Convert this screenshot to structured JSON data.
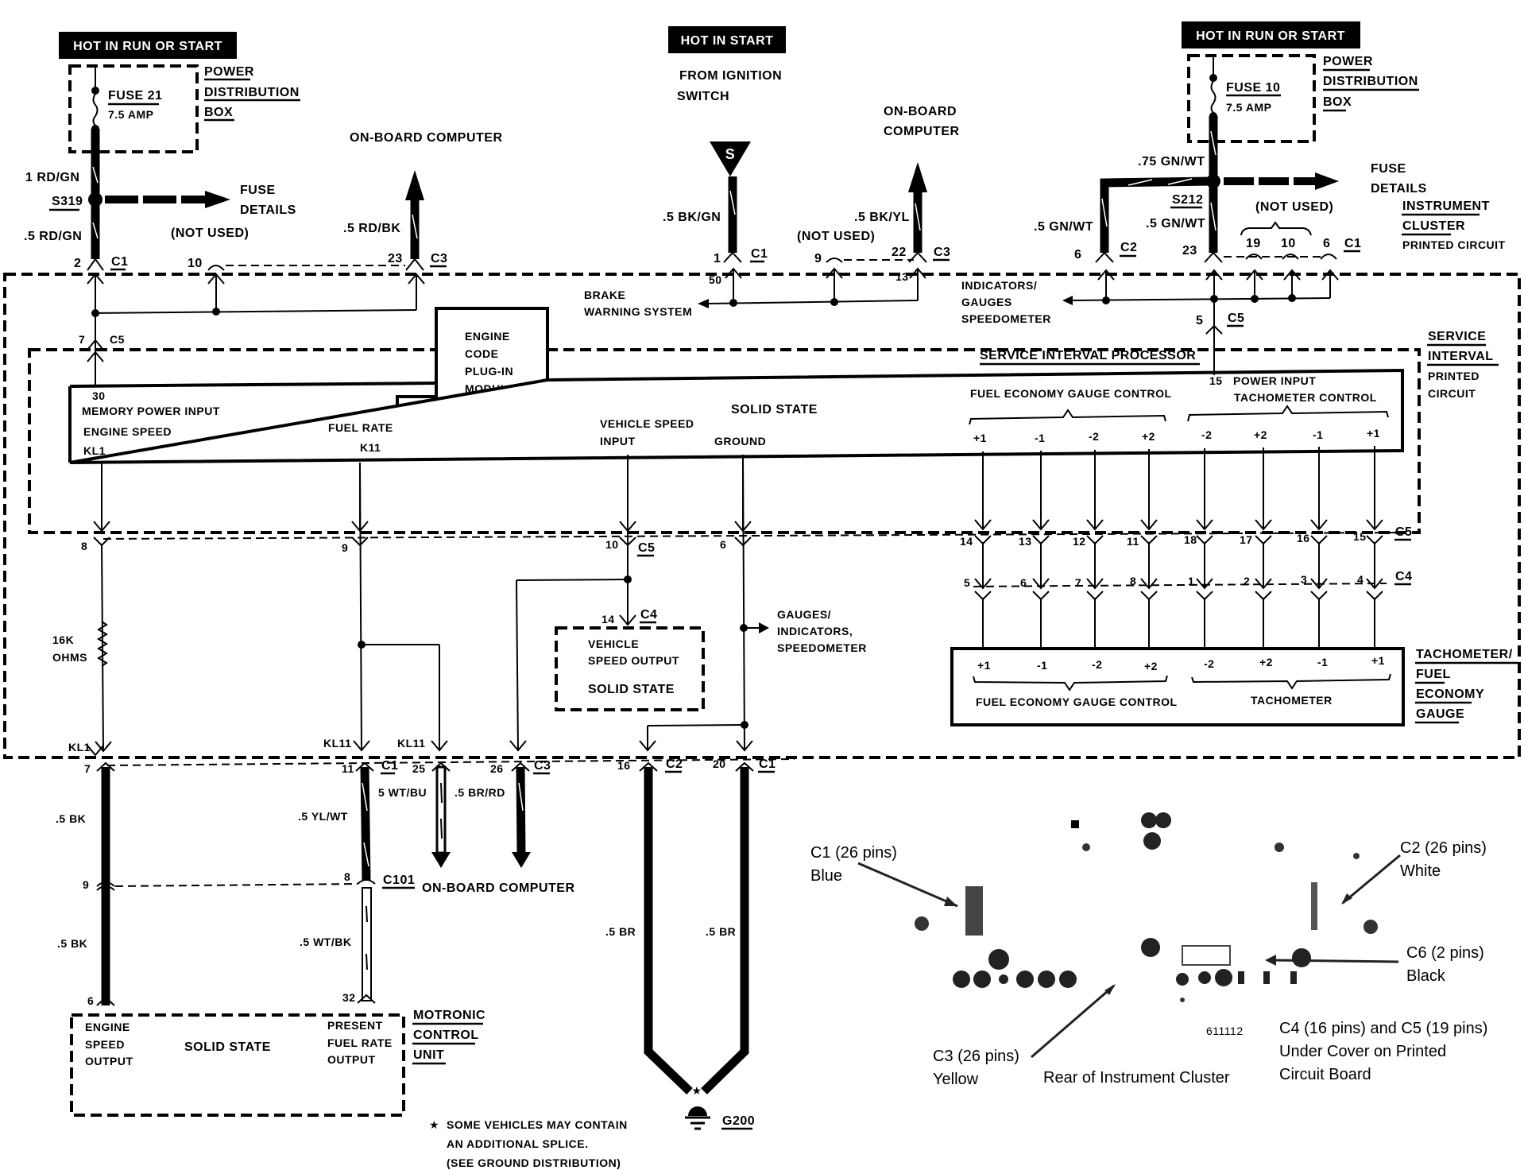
{
  "title_blocks": {
    "left_hot": "HOT IN RUN OR START",
    "center_hot": "HOT IN START",
    "right_hot": "HOT IN RUN OR START"
  },
  "left_supply": {
    "fuse_name": "FUSE 21",
    "fuse_rating": "7.5 AMP",
    "box_label": [
      "POWER",
      "DISTRIBUTION",
      "BOX"
    ],
    "wire_upper": "1 RD/GN",
    "splice": "S319",
    "wire_lower": ".5 RD/GN",
    "fuse_details": [
      "FUSE",
      "DETAILS"
    ],
    "pin_c1": "2",
    "conn_c1": "C1",
    "not_used": "(NOT USED)",
    "pin_not_used": "10",
    "obc_label": "ON-BOARD COMPUTER",
    "obc_wire": ".5 RD/BK",
    "pin_c3": "23",
    "conn_c3": "C3"
  },
  "center_supply": {
    "from": [
      "FROM IGNITION",
      "SWITCH"
    ],
    "switch_symbol": "S",
    "wire": ".5 BK/GN",
    "pin_c1": "1",
    "conn_c1": "C1",
    "not_used": "(NOT USED)",
    "pin_not_used": "9",
    "obc_label": [
      "ON-BOARD",
      "COMPUTER"
    ],
    "obc_wire": ".5 BK/YL",
    "pin_c3": "22",
    "conn_c3": "C3",
    "pin_50": "50",
    "pin_13": "13",
    "brake_label": [
      "BRAKE",
      "WARNING SYSTEM"
    ]
  },
  "right_supply": {
    "fuse_name": "FUSE 10",
    "fuse_rating": "7.5 AMP",
    "box_label": [
      "POWER",
      "DISTRIBUTION",
      "BOX"
    ],
    "wire_upper": ".75 GN/WT",
    "splice": "S212",
    "fuse_details": [
      "FUSE",
      "DETAILS"
    ],
    "wire_c2": ".5 GN/WT",
    "wire_c1": ".5 GN/WT",
    "pin_c2": "6",
    "conn_c2": "C2",
    "pin_c1": "23",
    "not_used": "(NOT USED)",
    "not_used_pins": [
      "19",
      "10",
      "6"
    ],
    "conn_c1": "C1",
    "cluster_label": [
      "INSTRUMENT",
      "CLUSTER",
      "PRINTED CIRCUIT"
    ],
    "indicators_label": [
      "INDICATORS/",
      "GAUGES",
      "SPEEDOMETER"
    ],
    "pin_c5": "5",
    "conn_c5": "C5"
  },
  "memory": {
    "pin_c5": "7",
    "conn_c5": "C5"
  },
  "engine_code_module": [
    "ENGINE",
    "CODE",
    "PLUG-IN",
    "MODULE"
  ],
  "service_interval": {
    "title": "SERVICE INTERVAL PROCESSOR",
    "side_label": [
      "SERVICE",
      "INTERVAL",
      "PRINTED",
      "CIRCUIT"
    ],
    "solid_state": "SOLID STATE",
    "pin_30": "30",
    "memory_power": "MEMORY POWER INPUT",
    "engine_speed": "ENGINE SPEED",
    "kl1": "KL1",
    "fuel_rate": "FUEL RATE",
    "k11": "K11",
    "vehicle_speed": [
      "VEHICLE SPEED",
      "INPUT"
    ],
    "ground": "GROUND",
    "fuel_economy_control": "FUEL ECONOMY GAUGE CONTROL",
    "pin_15": "15",
    "power_input": "POWER INPUT",
    "tach_control": "TACHOMETER CONTROL",
    "fe_terms": [
      "+1",
      "-1",
      "-2",
      "+2"
    ],
    "tach_terms": [
      "-2",
      "+2",
      "-1",
      "+1"
    ]
  },
  "c5_pins": {
    "left": [
      "8",
      "9",
      "10",
      "6"
    ],
    "conn": "C5",
    "gauge": [
      "14",
      "13",
      "12",
      "11",
      "18",
      "17",
      "16",
      "15"
    ]
  },
  "c4_pins": {
    "conn": "C4",
    "gauge": [
      "5",
      "6",
      "7",
      "8",
      "1",
      "2",
      "3",
      "4"
    ],
    "vso_pin": "14"
  },
  "resistor": [
    "16K",
    "OHMS"
  ],
  "vso_box": [
    "VEHICLE",
    "SPEED OUTPUT",
    "SOLID STATE"
  ],
  "gauges_label": [
    "GAUGES/",
    "INDICATORS,",
    "SPEEDOMETER"
  ],
  "tach_gauge": {
    "fe_terms": [
      "+1",
      "-1",
      "-2",
      "+2"
    ],
    "tach_terms": [
      "-2",
      "+2",
      "-1",
      "+1"
    ],
    "fe_label": "FUEL ECONOMY GAUGE CONTROL",
    "tach_label": "TACHOMETER",
    "side_label": [
      "TACHOMETER/",
      "FUEL",
      "ECONOMY",
      "GAUGE"
    ]
  },
  "bottom": {
    "kl1": "KL1",
    "kl11_a": "KL11",
    "kl11_b": "KL11",
    "pin7": "7",
    "pin11": "11",
    "conn_c1": "C1",
    "pin25": "25",
    "pin26": "26",
    "conn_c3": "C3",
    "pin16": "16",
    "conn_c2": "C2",
    "pin20": "20",
    "conn_c1b": "C1",
    "wire_bk_1": ".5 BK",
    "wire_bk_2": ".5 BK",
    "wire_ylwt": ".5 YL/WT",
    "wire_wtbu": "5 WT/BU",
    "wire_brrd": ".5 BR/RD",
    "wire_wtbk": ".5 WT/BK",
    "wire_br_1": ".5 BR",
    "wire_br_2": ".5 BR",
    "pin9": "9",
    "pin8": "8",
    "conn_c101": "C101",
    "obc_label": "ON-BOARD COMPUTER",
    "pin6": "6",
    "pin32": "32",
    "ground": "G200"
  },
  "motronic": {
    "engine_speed_output": [
      "ENGINE",
      "SPEED",
      "OUTPUT"
    ],
    "solid_state": "SOLID STATE",
    "fuel_rate_output": [
      "PRESENT",
      "FUEL RATE",
      "OUTPUT"
    ],
    "label": [
      "MOTRONIC",
      "CONTROL",
      "UNIT"
    ]
  },
  "footnote": [
    "SOME VEHICLES MAY CONTAIN",
    "AN ADDITIONAL SPLICE.",
    "(SEE GROUND DISTRIBUTION)"
  ],
  "photo": {
    "c1": [
      "C1 (26 pins)",
      "Blue"
    ],
    "c2": [
      "C2 (26 pins)",
      "White"
    ],
    "c6": [
      "C6 (2 pins)",
      "Black"
    ],
    "c3": [
      "C3 (26 pins)",
      "Yellow"
    ],
    "caption": "Rear of Instrument Cluster",
    "figure_no": "611112",
    "c4c5": [
      "C4 (16 pins) and C5 (19 pins)",
      "Under Cover on Printed",
      "Circuit Board"
    ]
  }
}
